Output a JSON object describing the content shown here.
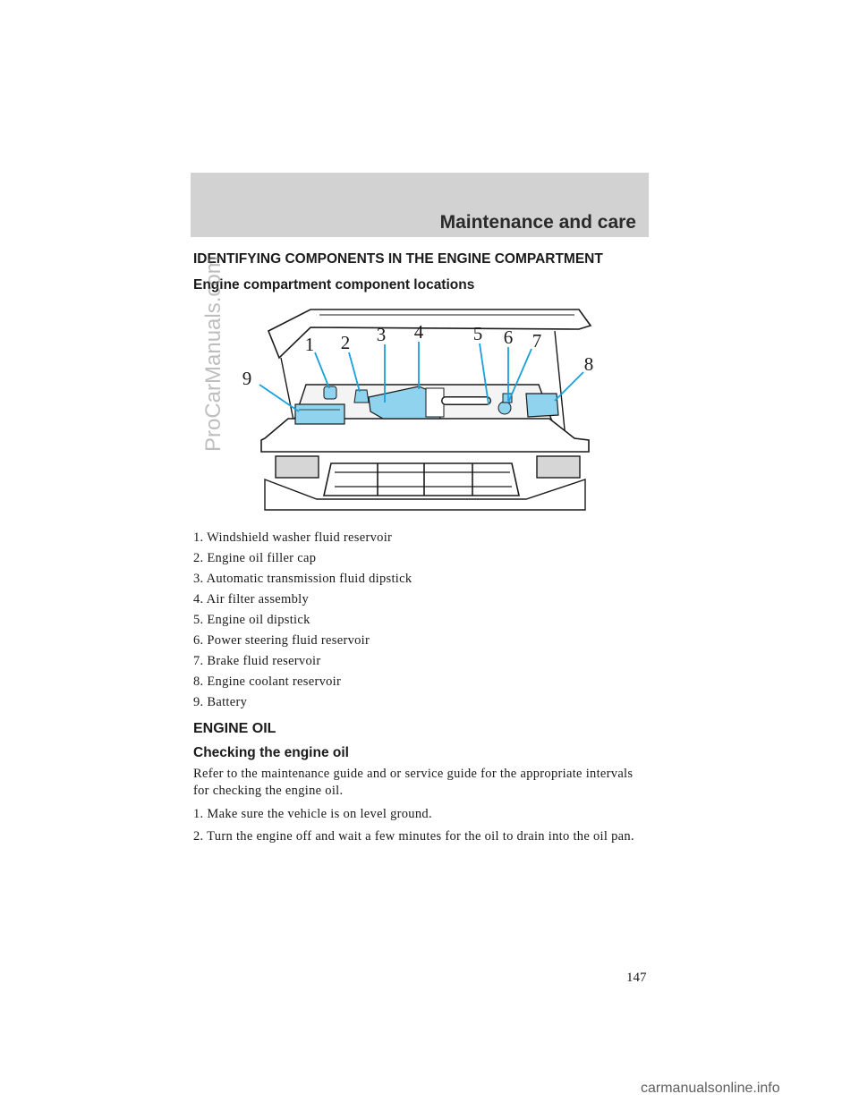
{
  "header": {
    "section_title": "Maintenance and care"
  },
  "main": {
    "heading": "IDENTIFYING COMPONENTS IN THE ENGINE COMPARTMENT",
    "subheading": "Engine compartment component locations",
    "callouts": [
      "1",
      "2",
      "3",
      "4",
      "5",
      "6",
      "7",
      "8",
      "9"
    ],
    "legend": [
      "1. Windshield washer fluid reservoir",
      "2. Engine oil filler cap",
      "3. Automatic transmission fluid dipstick",
      "4. Air filter assembly",
      "5. Engine oil dipstick",
      "6. Power steering fluid reservoir",
      "7. Brake fluid reservoir",
      "8. Engine coolant reservoir",
      "9. Battery"
    ],
    "oil_heading": "ENGINE OIL",
    "checking_heading": "Checking the engine oil",
    "paragraphs": [
      "Refer to the maintenance guide and or service guide for the appropriate intervals for checking the engine oil.",
      "1. Make sure the vehicle is on level ground.",
      "2. Turn the engine off and wait a few minutes for the oil to drain into the oil pan."
    ]
  },
  "footer": {
    "page_number": "147",
    "watermark": "carmanualsonline.info"
  },
  "side_watermark": "ProCarManuals.com",
  "colors": {
    "header_band": "#d2d2d2",
    "highlight": "#8fd3ee",
    "leader_line": "#1aa0dc"
  }
}
